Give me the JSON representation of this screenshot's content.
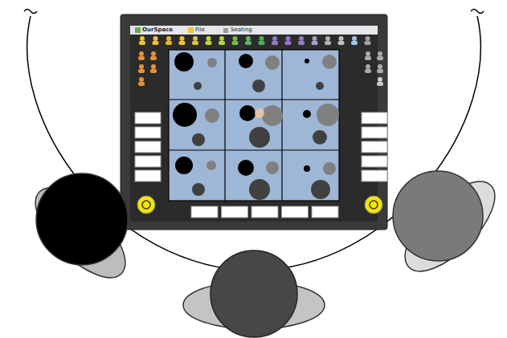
{
  "diagram": {
    "labels": [
      "OurSpace",
      "File",
      "Seating"
    ]
  }
}
